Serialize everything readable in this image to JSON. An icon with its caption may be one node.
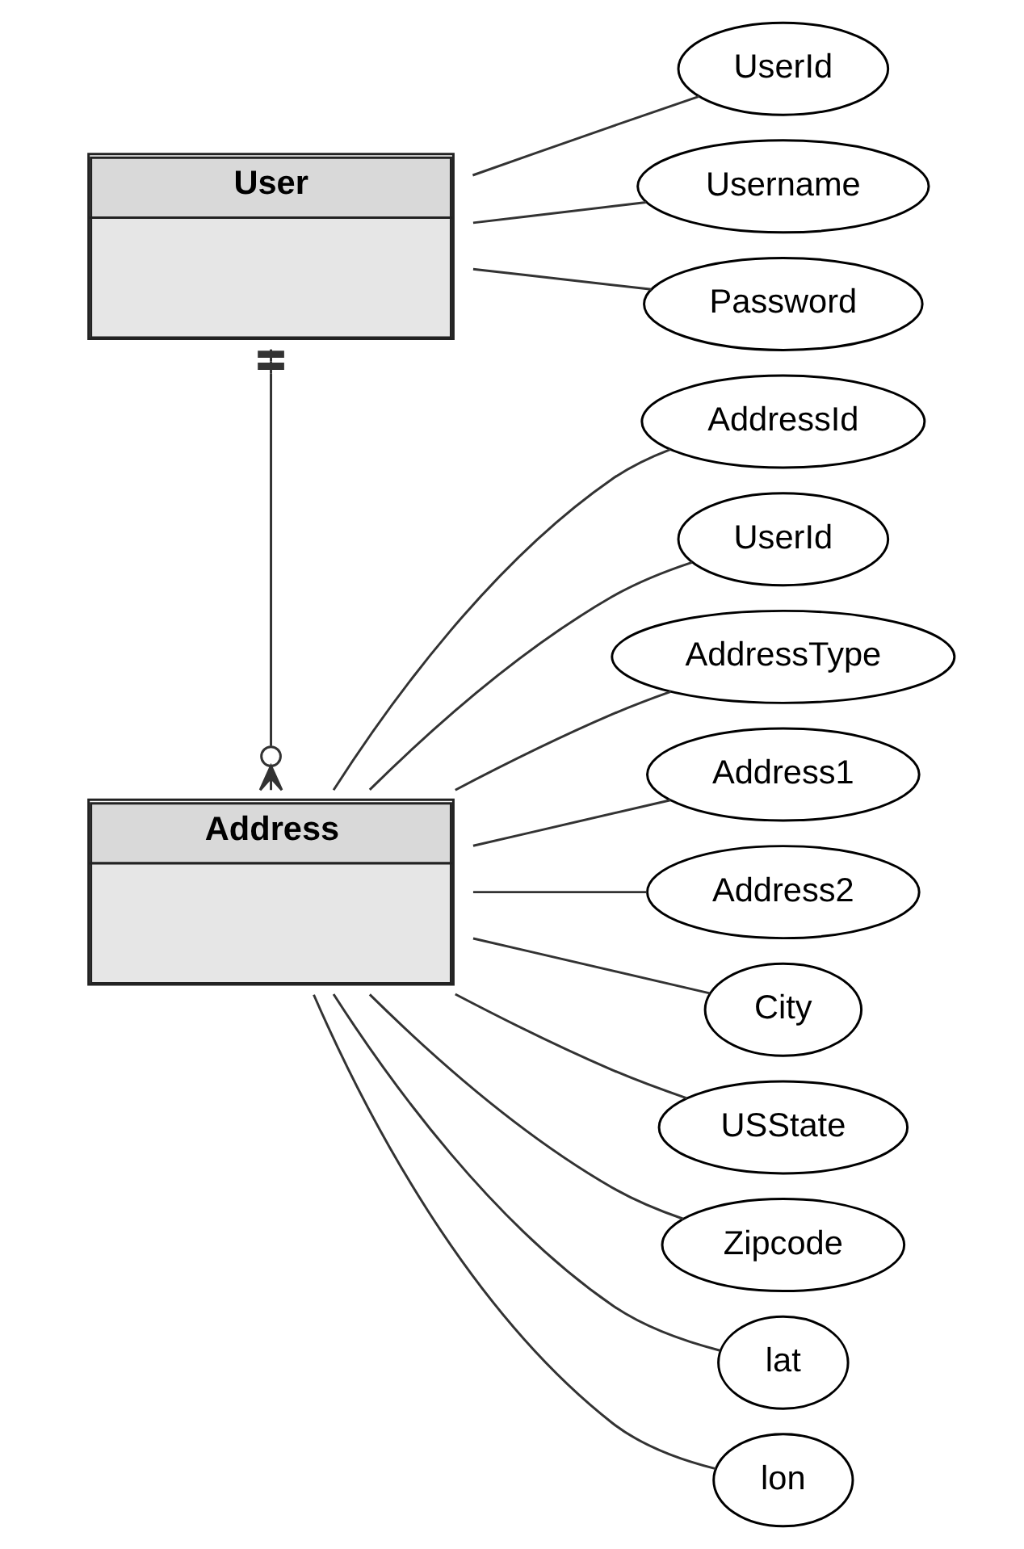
{
  "diagram": {
    "nodes": [
      {
        "text": [
          "User"
        ]
      },
      {
        "text": [
          "Address"
        ]
      },
      {
        "text": [
          "UserId"
        ]
      },
      {
        "text": [
          "Username"
        ]
      },
      {
        "text": [
          "Password"
        ]
      },
      {
        "text": [
          "AddressId"
        ]
      },
      {
        "text": [
          "UserId"
        ]
      },
      {
        "text": [
          "AddressType"
        ]
      },
      {
        "text": [
          "Address1"
        ]
      },
      {
        "text": [
          "Address2"
        ]
      },
      {
        "text": [
          "City"
        ]
      },
      {
        "text": [
          "USState"
        ]
      },
      {
        "text": [
          "Zipcode"
        ]
      },
      {
        "text": [
          "lat"
        ]
      },
      {
        "text": [
          "lon"
        ]
      }
    ],
    "edges": [
      {
        "from": 0,
        "to": 1,
        "arrow": "other"
      },
      {
        "from": 0,
        "to": 2,
        "arrow": "none"
      },
      {
        "from": 0,
        "to": 3,
        "arrow": "none"
      },
      {
        "from": 0,
        "to": 4,
        "arrow": "none"
      },
      {
        "from": 1,
        "to": 5,
        "arrow": "none"
      },
      {
        "from": 1,
        "to": 6,
        "arrow": "none"
      },
      {
        "from": 1,
        "to": 7,
        "arrow": "none"
      },
      {
        "from": 1,
        "to": 8,
        "arrow": "none"
      },
      {
        "from": 1,
        "to": 9,
        "arrow": "none"
      },
      {
        "from": 1,
        "to": 10,
        "arrow": "none"
      },
      {
        "from": 1,
        "to": 11,
        "arrow": "none"
      },
      {
        "from": 1,
        "to": 12,
        "arrow": "none"
      },
      {
        "from": 1,
        "to": 13,
        "arrow": "none"
      },
      {
        "from": 1,
        "to": 14,
        "arrow": "none"
      }
    ]
  }
}
